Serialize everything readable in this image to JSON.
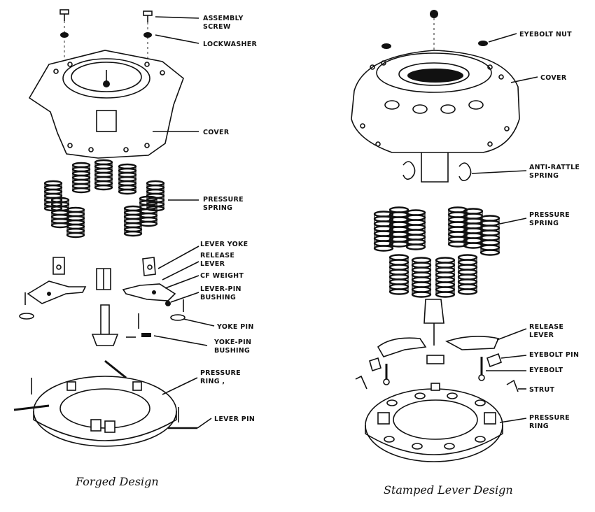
{
  "forged": {
    "caption": "Forged Design",
    "labels": {
      "assembly_screw": [
        "ASSEMBLY",
        "SCREW"
      ],
      "lockwasher": "LOCKWASHER",
      "cover": "COVER",
      "pressure_spring": [
        "PRESSURE",
        "SPRING"
      ],
      "lever_yoke": "LEVER YOKE",
      "release_lever": [
        "RELEASE",
        "LEVER"
      ],
      "cf_weight": "CF WEIGHT",
      "lever_pin_bushing": [
        "LEVER-PIN",
        "BUSHING"
      ],
      "yoke_pin": "YOKE PIN",
      "yoke_pin_bushing": [
        "YOKE-PIN",
        "BUSHING"
      ],
      "pressure_ring": [
        "PRESSURE",
        "RING ,"
      ],
      "lever_pin": "LEVER PIN"
    }
  },
  "stamped": {
    "caption": "Stamped Lever Design",
    "labels": {
      "eyebolt_nut": "EYEBOLT NUT",
      "cover": "COVER",
      "anti_rattle_spring": [
        "ANTI-RATTLE",
        "SPRING"
      ],
      "pressure_spring": [
        "PRESSURE",
        "SPRING"
      ],
      "release_lever": [
        "RELEASE",
        "LEVER"
      ],
      "eyebolt_pin": "EYEBOLT PIN",
      "eyebolt": "EYEBOLT",
      "strut": "STRUT",
      "pressure_ring": [
        "PRESSURE",
        "RING"
      ]
    }
  }
}
